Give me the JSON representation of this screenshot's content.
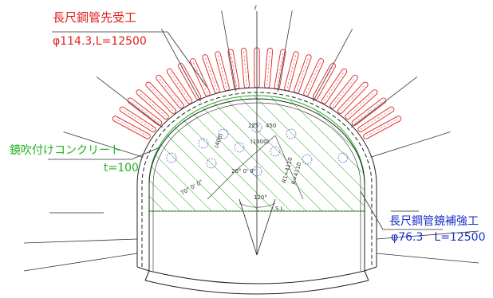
{
  "drawing": {
    "centerline_mark": "ℓ",
    "pipe_count": 27
  },
  "labels": {
    "forepoling_title": "長尺鋼管先受工",
    "forepoling_spec": "φ114.3,L=12500",
    "shotcrete_title": "鏡吹付けコンクリート",
    "shotcrete_spec": "t=100",
    "face_reinf_title": "長尺鋼管鏡補強工",
    "face_reinf_spec": "φ76.3　L=12500"
  },
  "dimensions": {
    "d1": "225",
    "d2": "450",
    "d3": "(1400)",
    "d4": "(400)",
    "angle1": "20° 0' 0\"",
    "angle2": "70° 0' 0\"",
    "angle3": "120°",
    "r1": "R1=4110",
    "r2": "R=4110",
    "sl": "S.L"
  },
  "colors": {
    "forepoling": "#e02020",
    "shotcrete": "#22b022",
    "face_reinf": "#1830c8",
    "linework": "#222222"
  }
}
